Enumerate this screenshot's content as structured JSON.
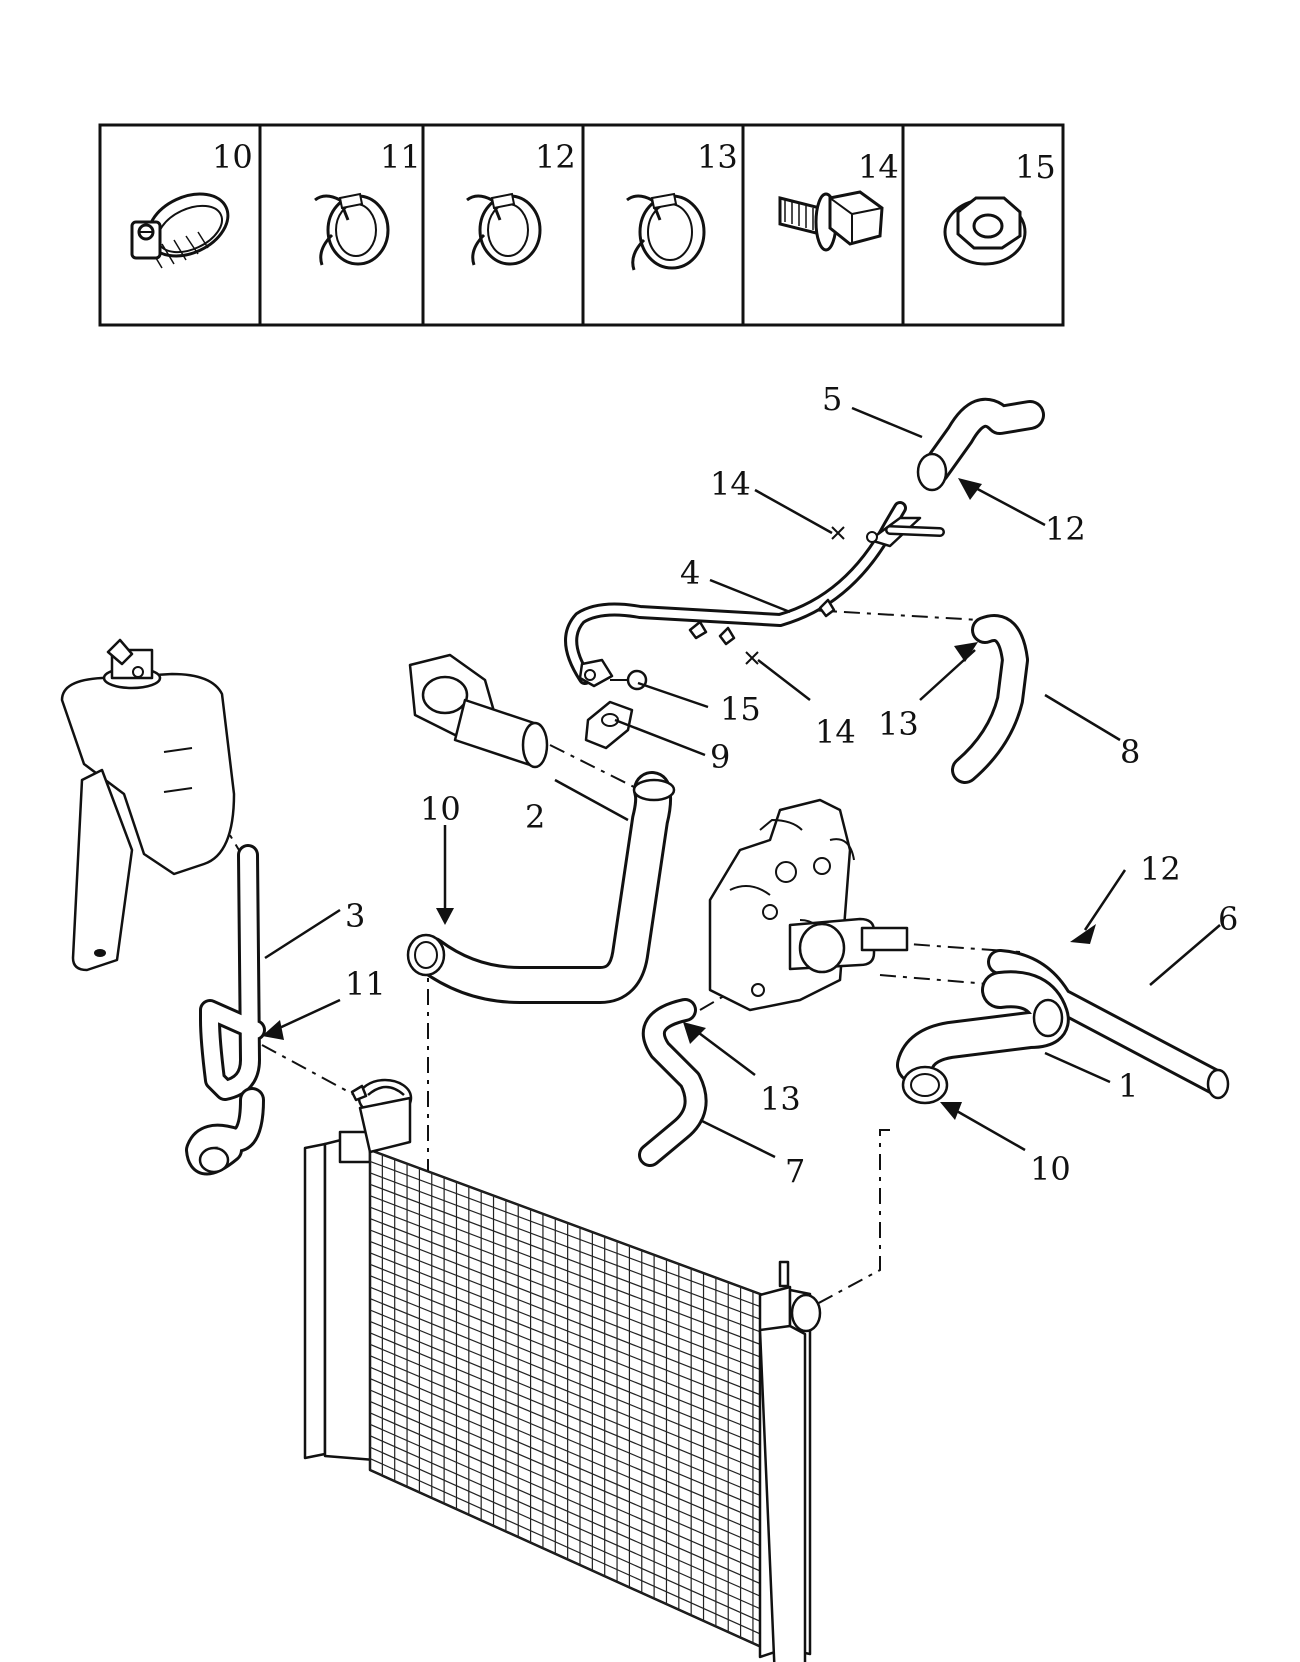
{
  "legend": {
    "cells": [
      {
        "num": "10",
        "icon": "worm-drive-hose-clamp"
      },
      {
        "num": "11",
        "icon": "spring-hose-clamp"
      },
      {
        "num": "12",
        "icon": "spring-hose-clamp"
      },
      {
        "num": "13",
        "icon": "spring-hose-clamp"
      },
      {
        "num": "14",
        "icon": "flange-bolt"
      },
      {
        "num": "15",
        "icon": "flange-nut"
      }
    ]
  },
  "callouts": {
    "c1": "1",
    "c2": "2",
    "c3": "3",
    "c4": "4",
    "c5": "5",
    "c6": "6",
    "c7": "7",
    "c8": "8",
    "c9": "9",
    "c10a": "10",
    "c10b": "10",
    "c11": "11",
    "c12a": "12",
    "c12b": "12",
    "c13a": "13",
    "c13b": "13",
    "c14a": "14",
    "c14b": "14",
    "c15": "15"
  }
}
